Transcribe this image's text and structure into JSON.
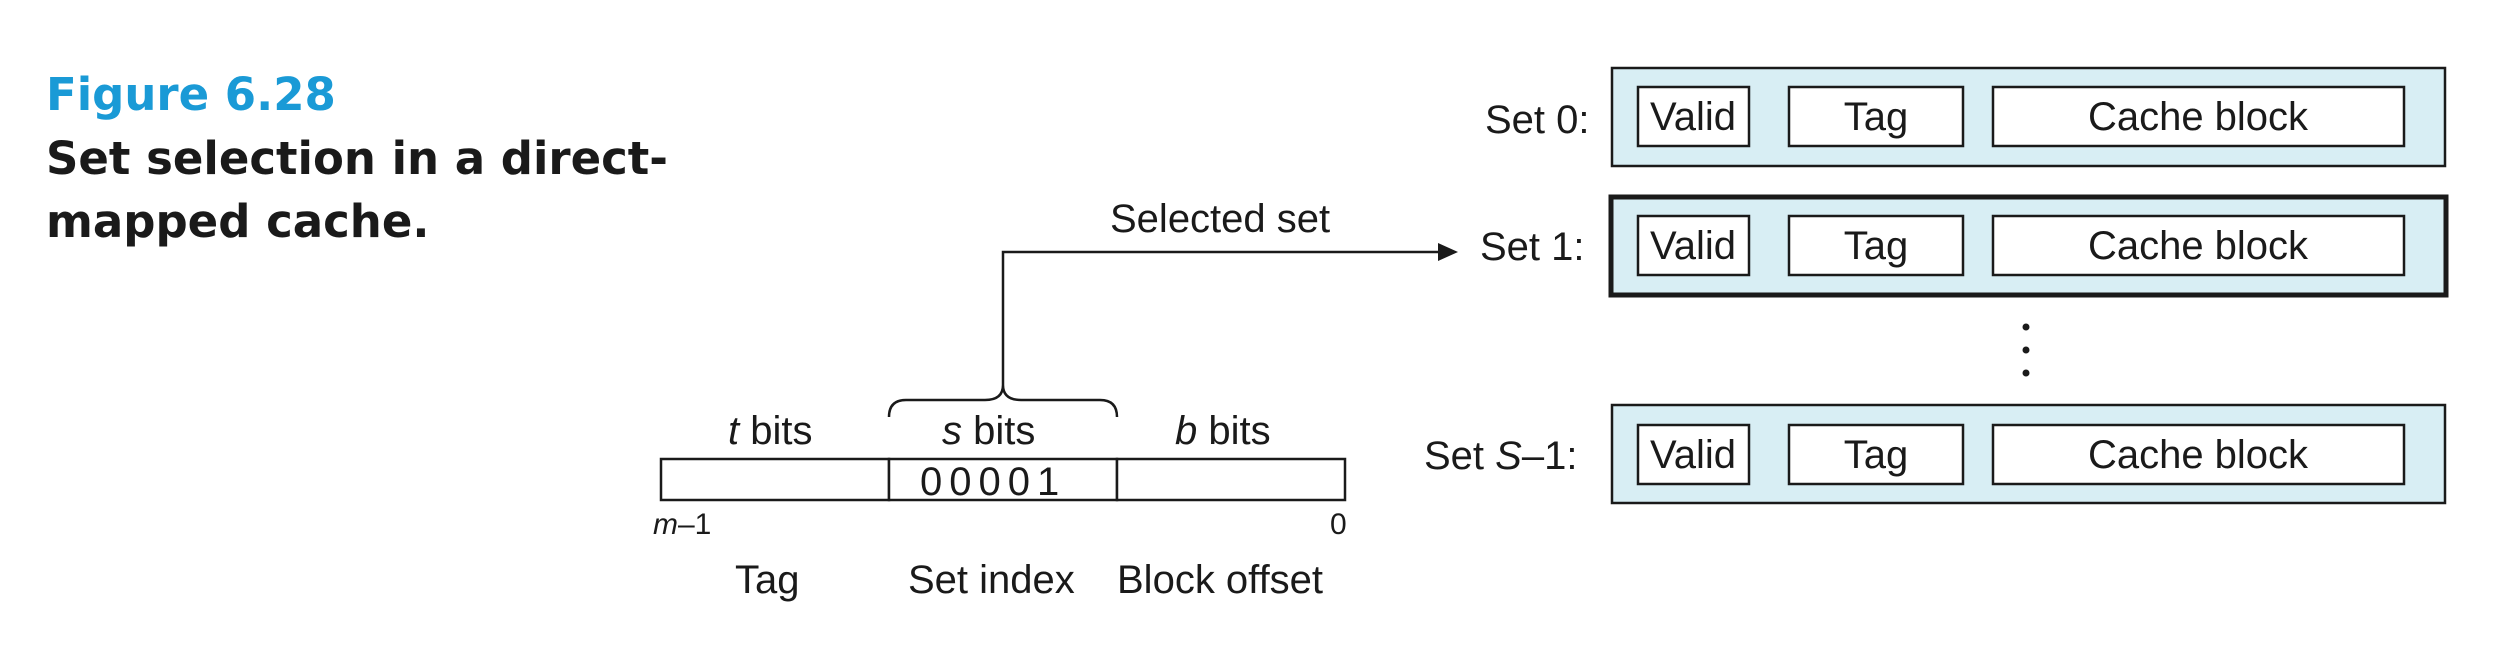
{
  "figure": {
    "number": "Figure 6.28",
    "title_line1": "Set selection in a direct-",
    "title_line2": "mapped cache."
  },
  "address": {
    "fields": [
      {
        "width_label_var": "t",
        "width_label_rest": " bits",
        "name": "Tag",
        "value": ""
      },
      {
        "width_label_var": "s",
        "width_label_rest": " bits",
        "name": "Set index",
        "value": "00001"
      },
      {
        "width_label_var": "b",
        "width_label_rest": " bits",
        "name": "Block offset",
        "value": ""
      }
    ],
    "msb_label_var": "m",
    "msb_label_rest": "–1",
    "lsb_label": "0"
  },
  "selected_set_label": "Selected set",
  "cache": {
    "sets": [
      {
        "label_prefix": "Set 0:",
        "label_var": "",
        "label_suffix": "",
        "valid": "Valid",
        "tag": "Tag",
        "block": "Cache block",
        "selected": false
      },
      {
        "label_prefix": "Set 1:",
        "label_var": "",
        "label_suffix": "",
        "valid": "Valid",
        "tag": "Tag",
        "block": "Cache block",
        "selected": true
      },
      {
        "label_prefix": "Set ",
        "label_var": "S",
        "label_suffix": "–1:",
        "valid": "Valid",
        "tag": "Tag",
        "block": "Cache block",
        "selected": false
      }
    ]
  }
}
